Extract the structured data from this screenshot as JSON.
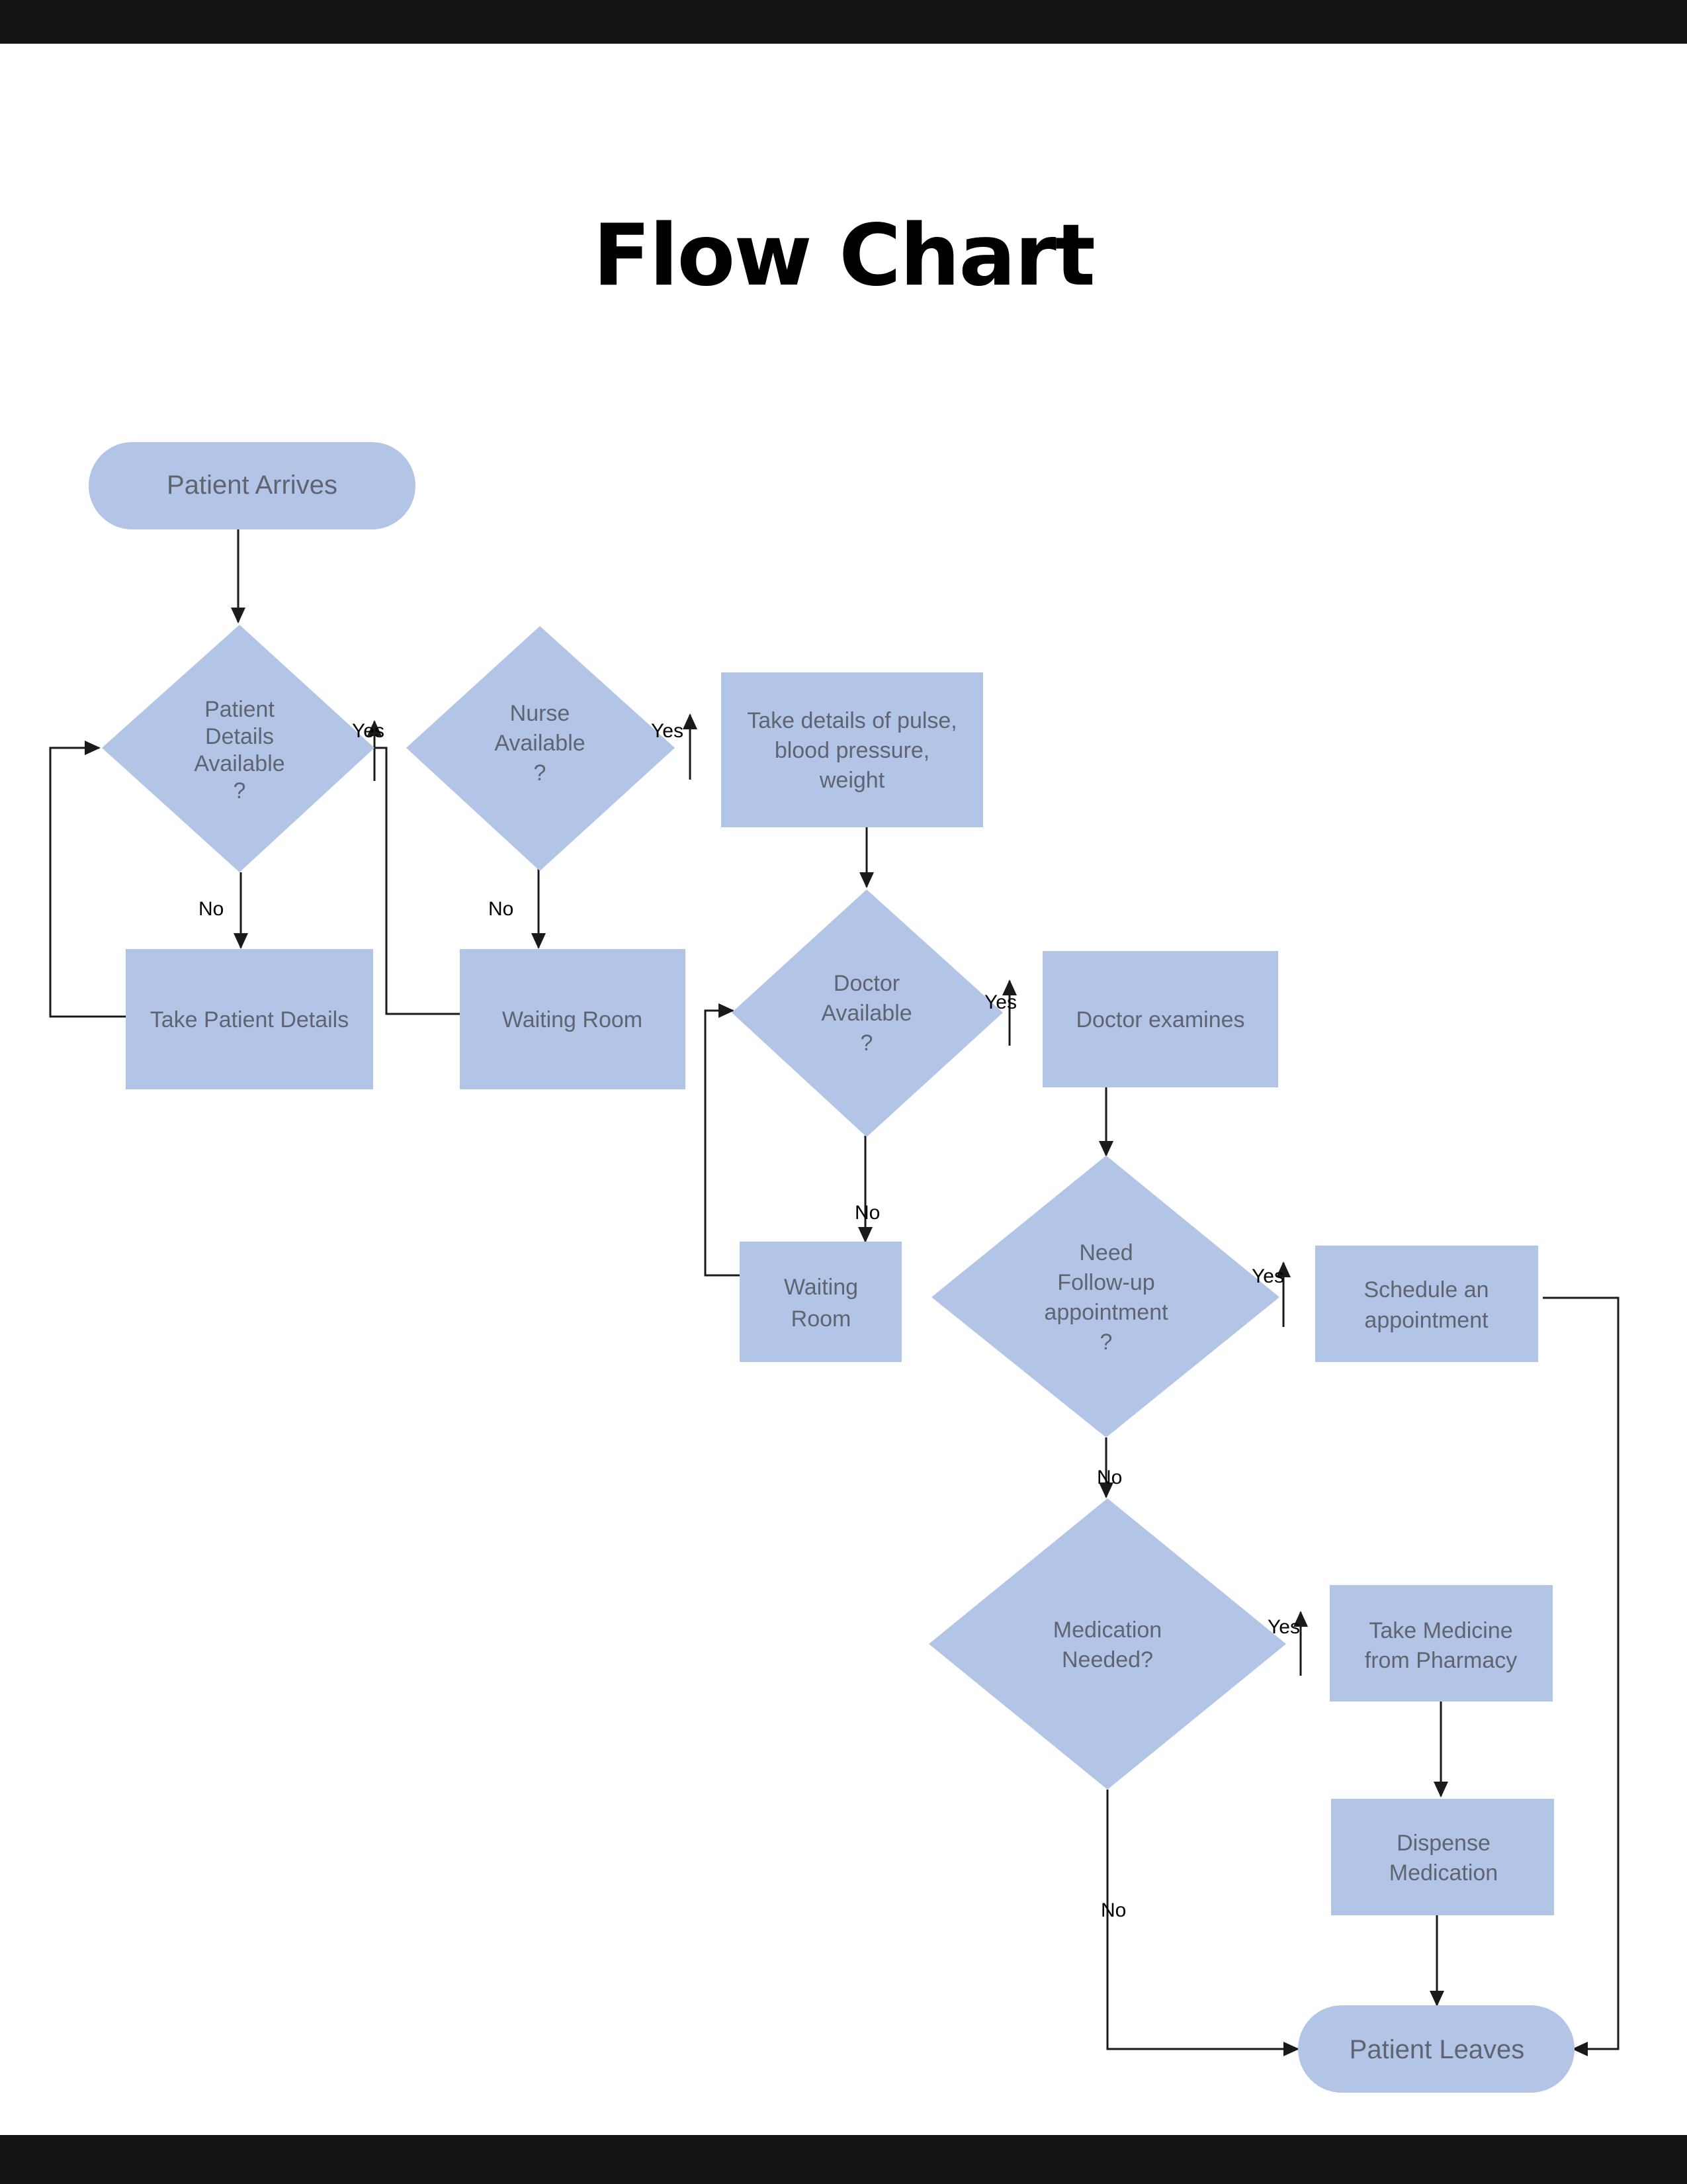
{
  "title": "Flow Chart",
  "colors": {
    "node_fill": "#b3c5e7",
    "node_text": "#5f6470",
    "line": "#1a1a1a",
    "bar": "#141414"
  },
  "nodes": {
    "patient_arrives": [
      "Patient Arrives"
    ],
    "details_available": [
      "Patient",
      "Details",
      "Available",
      "?"
    ],
    "take_patient_details": [
      "Take Patient Details"
    ],
    "nurse_available": [
      "Nurse",
      "Available",
      "?"
    ],
    "waiting_room_1": [
      "Waiting Room"
    ],
    "take_vitals": [
      "Take details of pulse,",
      "blood pressure,",
      "weight"
    ],
    "doctor_available": [
      "Doctor",
      "Available",
      "?"
    ],
    "waiting_room_2": [
      "Waiting",
      "Room"
    ],
    "doctor_examines": [
      "Doctor examines"
    ],
    "need_followup": [
      "Need",
      "Follow-up",
      "appointment",
      "?"
    ],
    "schedule_appointment": [
      "Schedule an",
      "appointment"
    ],
    "medication_needed": [
      "Medication",
      "Needed?"
    ],
    "take_medicine": [
      "Take Medicine",
      "from Pharmacy"
    ],
    "dispense_medication": [
      "Dispense",
      "Medication"
    ],
    "patient_leaves": [
      "Patient Leaves"
    ]
  },
  "edge_labels": {
    "details_yes": "Yes",
    "details_no": "No",
    "nurse_yes": "Yes",
    "nurse_no": "No",
    "doctor_yes": "Yes",
    "doctor_no": "No",
    "followup_yes": "Yes",
    "followup_no": "No",
    "medication_yes": "Yes",
    "medication_no": "No"
  }
}
